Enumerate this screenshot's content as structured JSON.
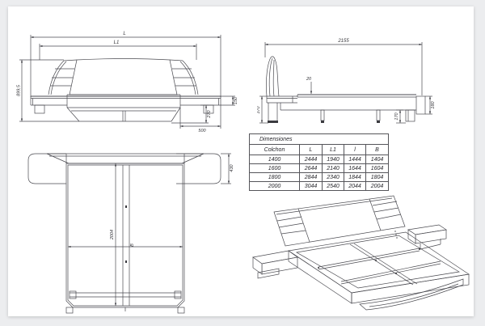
{
  "front_view": {
    "label_L": "L",
    "label_L1": "L1",
    "dim_height": "899,5",
    "dim_shelf_thickness": "150",
    "dim_shelf_drop": "270",
    "dim_nightstand_width": "500"
  },
  "side_view": {
    "dim_total_length": "2155",
    "dim_platform_plate": "20",
    "dim_base_height": "370",
    "dim_foot_rail_height": "180",
    "dim_leg_height": "170"
  },
  "top_view": {
    "dim_length": "2004",
    "dim_width_label": "B",
    "dim_nightstand_depth": "430"
  },
  "table": {
    "title": "Dimensiones",
    "columns": [
      "Colchon",
      "L",
      "L1",
      "l",
      "B"
    ],
    "rows": [
      [
        "1400",
        "2444",
        "1940",
        "1444",
        "1404"
      ],
      [
        "1600",
        "2644",
        "2140",
        "1644",
        "1604"
      ],
      [
        "1800",
        "2844",
        "2340",
        "1844",
        "1804"
      ],
      [
        "2000",
        "3044",
        "2540",
        "2044",
        "2004"
      ]
    ]
  }
}
